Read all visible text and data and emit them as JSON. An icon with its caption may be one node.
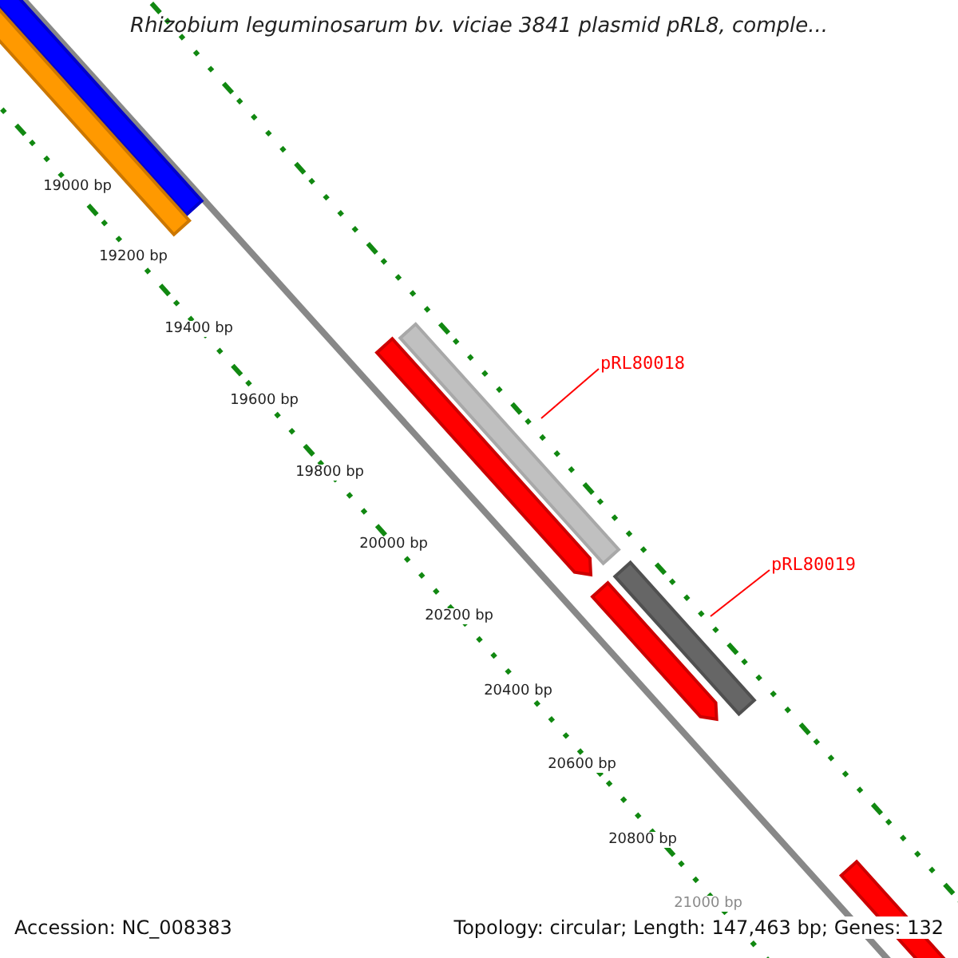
{
  "diagram": {
    "title": "Rhizobium leguminosarum bv. viciae 3841 plasmid pRL8, comple...",
    "nodes": [
      {
        "text": [
          "pRL80018"
        ]
      },
      {
        "text": [],
        "shape": "bar"
      },
      {
        "text": [
          "pRL80019"
        ]
      },
      {
        "text": [],
        "shape": "bar"
      }
    ],
    "edges": [
      {
        "from": 0,
        "to": 1,
        "arrow": "none",
        "color": "#ff0000"
      },
      {
        "from": 2,
        "to": 3,
        "arrow": "none",
        "color": "#ff0000"
      }
    ],
    "labels": [
      "19000 bp",
      "19200 bp",
      "19400 bp",
      "19600 bp",
      "19800 bp",
      "20000 bp",
      "20200 bp",
      "20400 bp",
      "20600 bp",
      "20800 bp",
      "21000 bp",
      "Accession: NC_008383",
      "Topology: circular; Length: 147,463 bp; Genes: 132"
    ]
  }
}
